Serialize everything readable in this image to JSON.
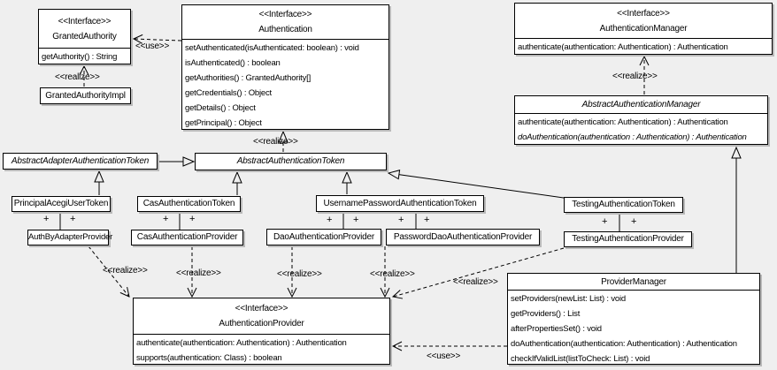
{
  "diagram": {
    "title": "Authentication framework UML class diagram",
    "background_color": "#efefef",
    "box_fill": "#ffffff",
    "border_color": "#000000",
    "shadow_color": "#b9b9b9"
  },
  "stereotypes": {
    "interface": "<<Interface>>",
    "realize": "<<realize>>",
    "use": "<<use>>",
    "plus": "+"
  },
  "classes": {
    "granted_authority": {
      "stereotype": "<<Interface>>",
      "name": "GrantedAuthority",
      "methods": [
        "getAuthority() : String"
      ]
    },
    "granted_authority_impl": {
      "name": "GrantedAuthorityImpl"
    },
    "authentication": {
      "stereotype": "<<Interface>>",
      "name": "Authentication",
      "methods": [
        "setAuthenticated(isAuthenticated: boolean) : void",
        "isAuthenticated() : boolean",
        "getAuthorities() : GrantedAuthority[]",
        "getCredentials() : Object",
        "getDetails() : Object",
        "getPrincipal() : Object"
      ]
    },
    "authentication_manager": {
      "stereotype": "<<Interface>>",
      "name": "AuthenticationManager",
      "methods": [
        "authenticate(authentication: Authentication) : Authentication"
      ]
    },
    "abstract_authentication_manager": {
      "name": "AbstractAuthenticationManager",
      "methods": [
        "authenticate(authentication: Authentication) : Authentication",
        "doAuthentication(authentication : Authentication) : Authentication"
      ]
    },
    "abstract_adapter_authentication_token": {
      "name": "AbstractAdapterAuthenticationToken"
    },
    "abstract_authentication_token": {
      "name": "AbstractAuthenticationToken"
    },
    "principal_acegi_user_token": {
      "name": "PrincipalAcegiUserToken"
    },
    "cas_authentication_token": {
      "name": "CasAuthenticationToken"
    },
    "username_password_authentication_token": {
      "name": "UsernamePasswordAuthenticationToken"
    },
    "testing_authentication_token": {
      "name": "TestingAuthenticationToken"
    },
    "auth_by_adapter_provider": {
      "name": "AuthByAdapterProvider"
    },
    "cas_authentication_provider": {
      "name": "CasAuthenticationProvider"
    },
    "dao_authentication_provider": {
      "name": "DaoAuthenticationProvider"
    },
    "password_dao_authentication_provider": {
      "name": "PasswordDaoAuthenticationProvider"
    },
    "testing_authentication_provider": {
      "name": "TestingAuthenticationProvider"
    },
    "authentication_provider": {
      "stereotype": "<<Interface>>",
      "name": "AuthenticationProvider",
      "methods": [
        "authenticate(authentication: Authentication) : Authentication",
        "supports(authentication: Class) : boolean"
      ]
    },
    "provider_manager": {
      "name": "ProviderManager",
      "methods": [
        "setProviders(newList: List) : void",
        "getProviders() : List",
        "afterPropertiesSet() : void",
        "doAuthentication(authentication: Authentication) : Authentication",
        "checkIfValidList(listToCheck: List) : void"
      ]
    }
  }
}
